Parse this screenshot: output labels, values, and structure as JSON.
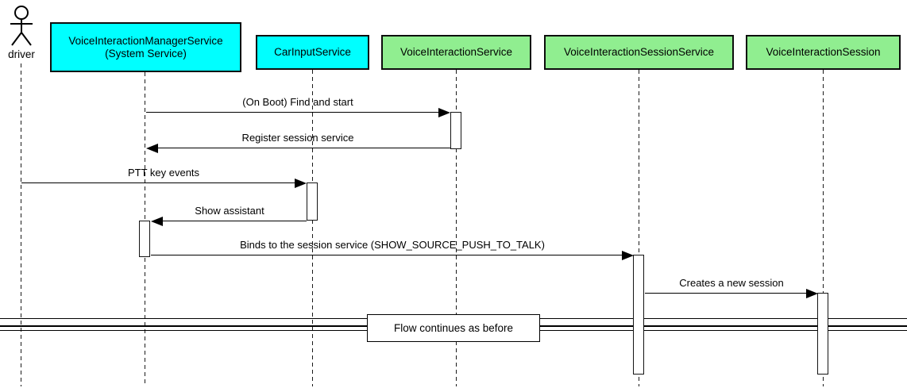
{
  "actor": {
    "label": "driver"
  },
  "participants": [
    {
      "name": "VoiceInteractionManagerService",
      "line1": "VoiceInteractionManagerService",
      "line2": "(System Service)",
      "fill": "#00FFFF"
    },
    {
      "name": "CarInputService",
      "line1": "CarInputService",
      "fill": "#00FFFF"
    },
    {
      "name": "VoiceInteractionService",
      "line1": "VoiceInteractionService",
      "fill": "#90EE90"
    },
    {
      "name": "VoiceInteractionSessionService",
      "line1": "VoiceInteractionSessionService",
      "fill": "#90EE90"
    },
    {
      "name": "VoiceInteractionSession",
      "line1": "VoiceInteractionSession",
      "fill": "#90EE90"
    }
  ],
  "messages": [
    {
      "label": "(On Boot) Find and start",
      "from": "VoiceInteractionManagerService",
      "to": "VoiceInteractionService"
    },
    {
      "label": "Register session service",
      "from": "VoiceInteractionService",
      "to": "VoiceInteractionManagerService"
    },
    {
      "label": "PTT key events",
      "from": "driver",
      "to": "CarInputService"
    },
    {
      "label": "Show assistant",
      "from": "CarInputService",
      "to": "VoiceInteractionManagerService"
    },
    {
      "label": "Binds to the session service (SHOW_SOURCE_PUSH_TO_TALK)",
      "from": "VoiceInteractionManagerService",
      "to": "VoiceInteractionSessionService"
    },
    {
      "label": "Creates a new session",
      "from": "VoiceInteractionSessionService",
      "to": "VoiceInteractionSession"
    }
  ],
  "divider": {
    "label": "Flow continues as before"
  },
  "colors": {
    "participant_cyan": "#00FFFF",
    "participant_green": "#90EE90",
    "line": "#000000",
    "background": "#FFFFFF"
  }
}
